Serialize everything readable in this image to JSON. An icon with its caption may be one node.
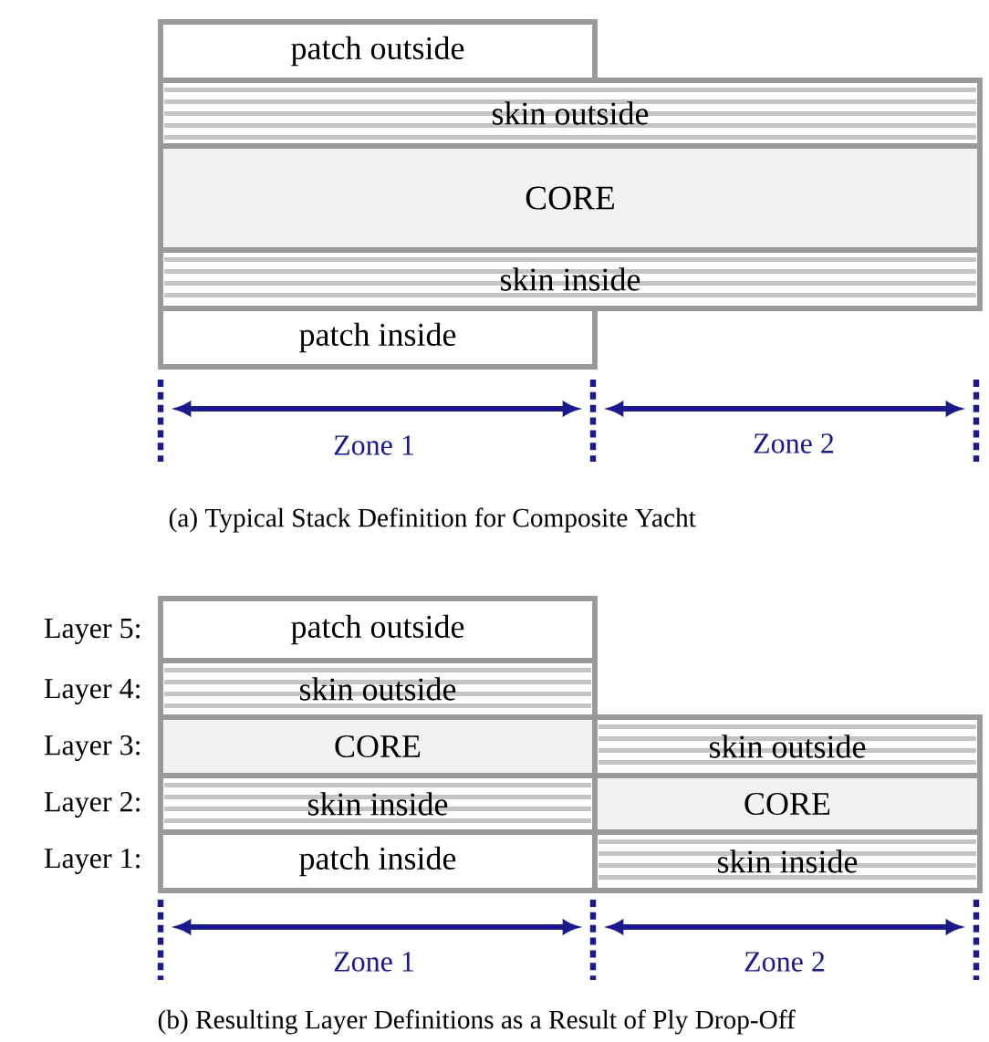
{
  "diagram": {
    "nodes": [
      {
        "text": [
          "patch outside"
        ]
      },
      {
        "text": [
          "skin outside"
        ]
      },
      {
        "text": [
          "CORE"
        ]
      },
      {
        "text": [
          "skin inside"
        ]
      },
      {
        "text": [
          "patch inside"
        ]
      },
      {
        "text": [
          "patch outside"
        ]
      },
      {
        "text": [
          "skin outside"
        ]
      },
      {
        "text": [
          "CORE"
        ]
      },
      {
        "text": [
          "skin outside"
        ]
      },
      {
        "text": [
          "skin inside"
        ]
      },
      {
        "text": [
          "CORE"
        ]
      },
      {
        "text": [
          "patch inside"
        ]
      },
      {
        "text": [
          "skin inside"
        ]
      }
    ],
    "labels": [
      "Zone 1",
      "Zone 2",
      "(a) Typical Stack Definition for Composite Yacht",
      "Layer 5:",
      "Layer 4:",
      "Layer 3:",
      "Layer 2:",
      "Layer 1:",
      "Zone 1",
      "Zone 2",
      "(b) Resulting Layer Definitions as a Result of Ply Drop-Off"
    ]
  }
}
